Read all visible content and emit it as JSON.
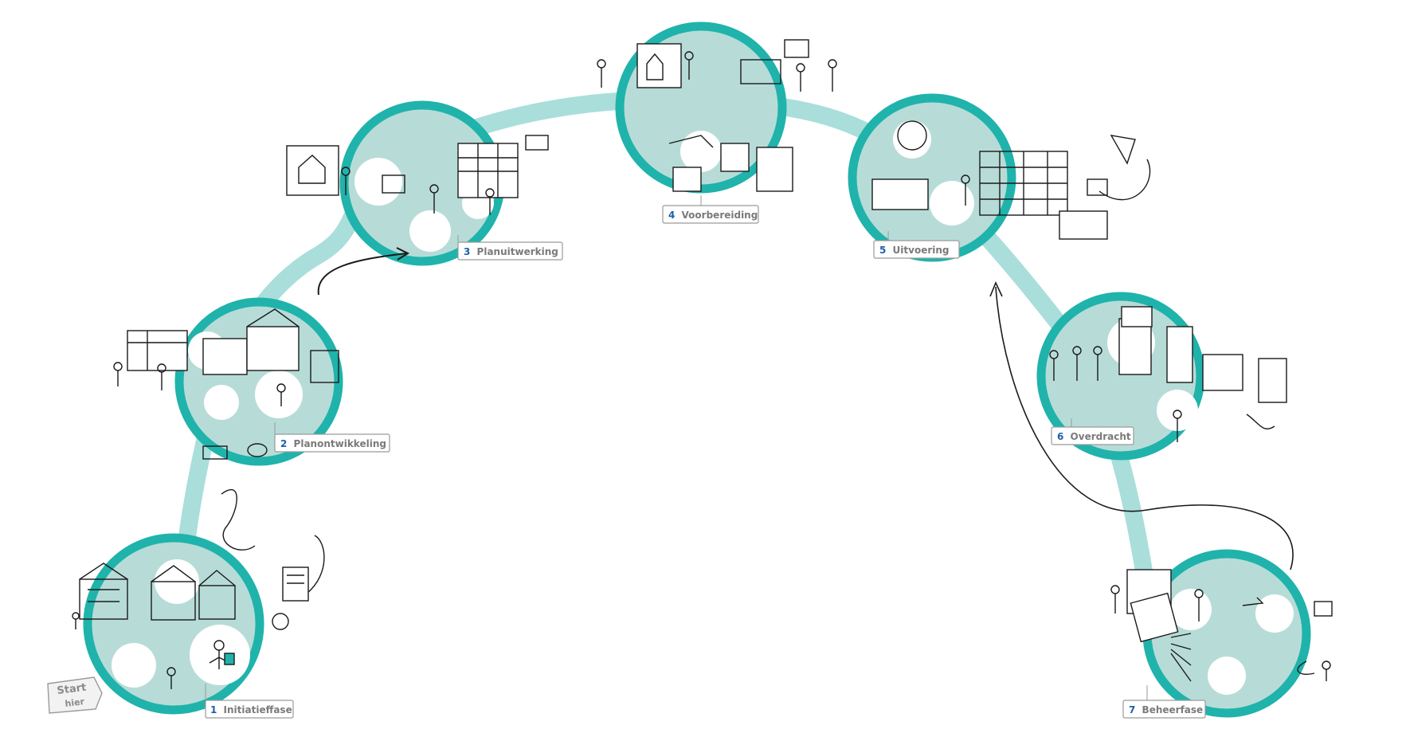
{
  "start": {
    "line1": "Start",
    "line2": "hier"
  },
  "phases": [
    {
      "number": "1",
      "name": "Initiatieffase"
    },
    {
      "number": "2",
      "name": "Planontwikkeling"
    },
    {
      "number": "3",
      "name": "Planuitwerking"
    },
    {
      "number": "4",
      "name": "Voorbereiding"
    },
    {
      "number": "5",
      "name": "Uitvoering"
    },
    {
      "number": "6",
      "name": "Overdracht"
    },
    {
      "number": "7",
      "name": "Beheerfase"
    }
  ],
  "colors": {
    "ring": "#1fb3ab",
    "circle_fill": "#b7dcd8",
    "connector": "#a9dedb",
    "ink": "#1a1a1a",
    "label_number": "#1f5fa8",
    "label_text": "#7a7a7a"
  }
}
